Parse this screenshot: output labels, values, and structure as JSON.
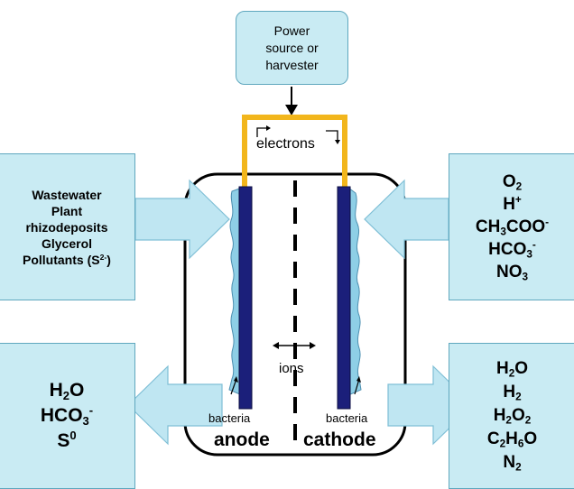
{
  "power_box": {
    "lines": [
      "Power",
      "source or",
      "harvester"
    ]
  },
  "circuit_label": "electrons",
  "inputs_left": [
    {
      "t": "Wastewater"
    },
    {
      "t": "Plant"
    },
    {
      "t": "rhizodeposits"
    },
    {
      "t": "Glycerol"
    },
    {
      "t": "Pollutants (S",
      "sup": "2-",
      "after": ")"
    }
  ],
  "outputs_left": [
    {
      "t": "H",
      "sub": "2",
      "after": "O"
    },
    {
      "t": "HCO",
      "sub": "3",
      "sup": "-"
    },
    {
      "t": "S",
      "sup": "0"
    }
  ],
  "inputs_right": [
    {
      "t": "O",
      "sub": "2"
    },
    {
      "t": "H",
      "sup": "+"
    },
    {
      "t": "CH",
      "sub": "3",
      "after": "COO",
      "sup2": "-"
    },
    {
      "t": "HCO",
      "sub": "3",
      "sup": "-"
    },
    {
      "t": "NO",
      "sub": "3"
    }
  ],
  "outputs_right": [
    {
      "t": "H",
      "sub": "2",
      "after": "O"
    },
    {
      "t": "H",
      "sub": "2"
    },
    {
      "t": "H",
      "sub": "2",
      "after": "O",
      "sub2": "2"
    },
    {
      "t": "C",
      "sub": "2",
      "after": "H",
      "sub2": "6",
      "after2": "O"
    },
    {
      "t": "N",
      "sub": "2"
    }
  ],
  "labels": {
    "anode": "anode",
    "cathode": "cathode",
    "ions": "ions",
    "bacteria_left": "bacteria",
    "bacteria_right": "bacteria"
  },
  "colors": {
    "box_fill": "#c9ebf3",
    "box_border": "#5fa7be",
    "arrow_fill": "#bfe6f2",
    "electrode": "#1b1f7a",
    "wire": "#f2b61c",
    "biofilm": "#8ecfe6"
  }
}
